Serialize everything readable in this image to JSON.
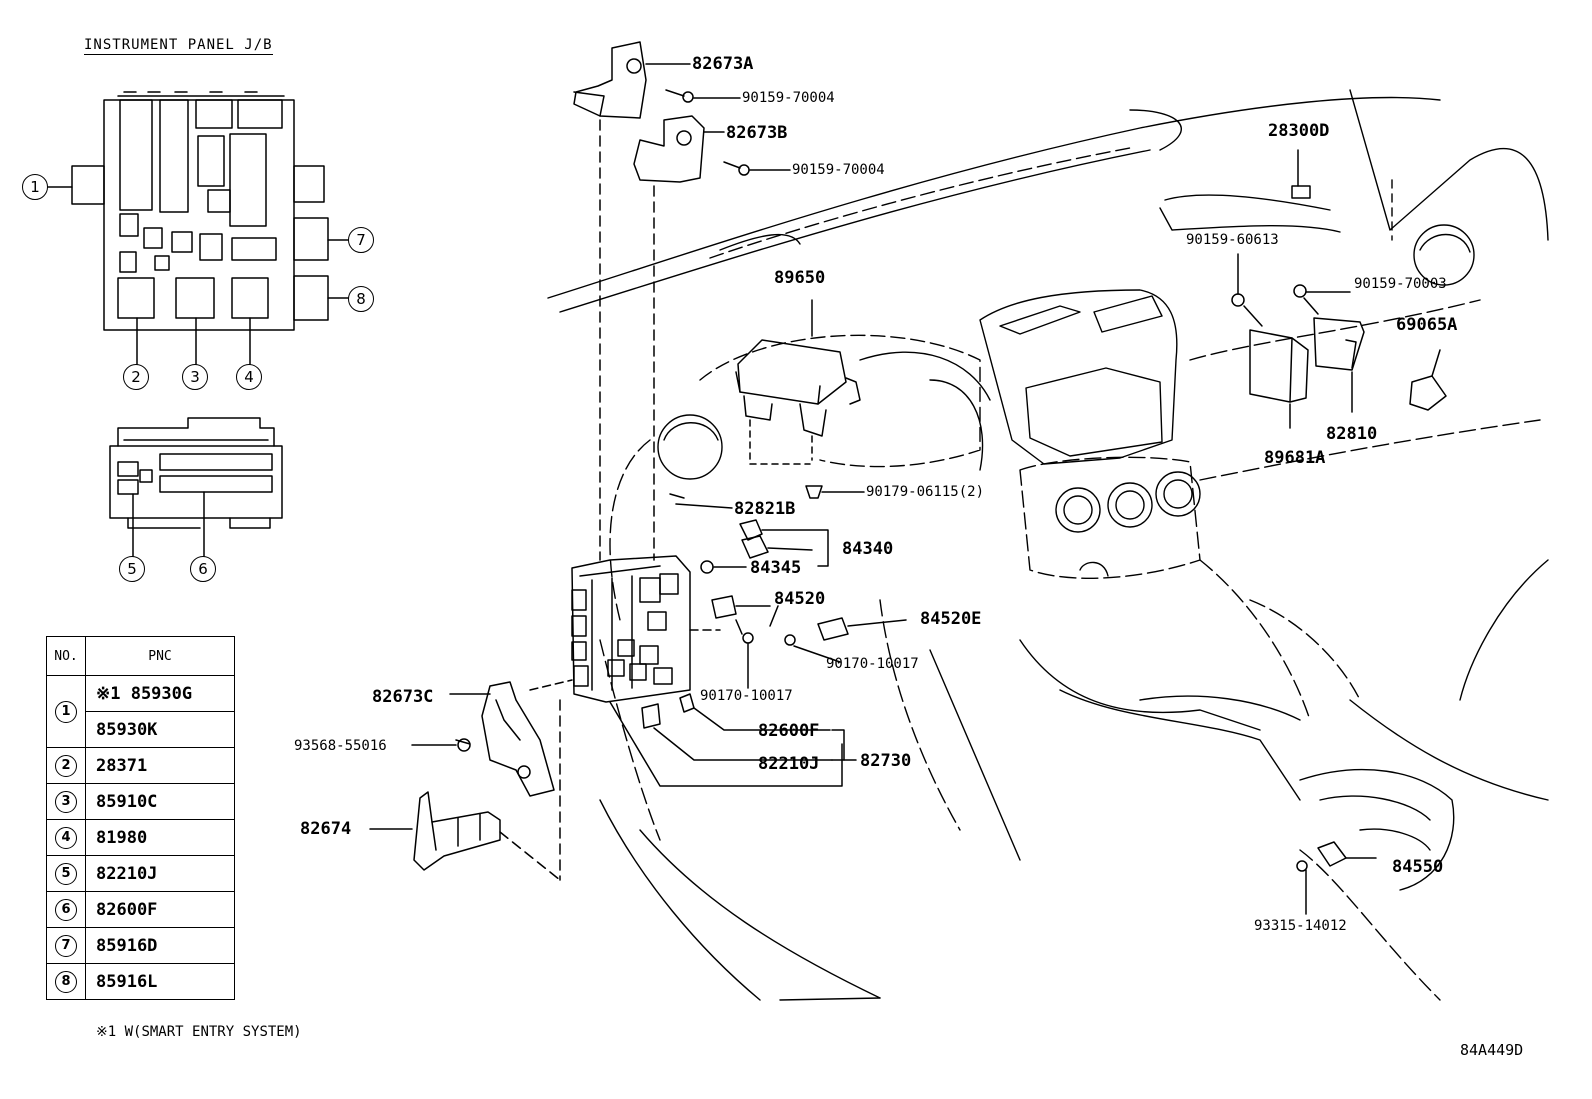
{
  "inset_title": "INSTRUMENT PANEL J/B",
  "callouts": {
    "c1": "1",
    "c2": "2",
    "c3": "3",
    "c4": "4",
    "c5": "5",
    "c6": "6",
    "c7": "7",
    "c8": "8"
  },
  "table": {
    "header_no": "NO.",
    "header_pnc": "PNC",
    "rows": [
      {
        "no": "1",
        "pnc": [
          "※1 85930G",
          "85930K"
        ]
      },
      {
        "no": "2",
        "pnc": [
          "28371"
        ]
      },
      {
        "no": "3",
        "pnc": [
          "85910C"
        ]
      },
      {
        "no": "4",
        "pnc": [
          "81980"
        ]
      },
      {
        "no": "5",
        "pnc": [
          "82210J"
        ]
      },
      {
        "no": "6",
        "pnc": [
          "82600F"
        ]
      },
      {
        "no": "7",
        "pnc": [
          "85916D"
        ]
      },
      {
        "no": "8",
        "pnc": [
          "85916L"
        ]
      }
    ]
  },
  "footnote": "※1 W(SMART ENTRY SYSTEM)",
  "diagram_code": "84A449D",
  "parts": {
    "p82673A": "82673A",
    "p90159_70004_a": "90159-70004",
    "p82673B": "82673B",
    "p90159_70004_b": "90159-70004",
    "p28300D": "28300D",
    "p90159_60613": "90159-60613",
    "p90159_70003": "90159-70003",
    "p69065A": "69065A",
    "p89650": "89650",
    "p82810": "82810",
    "p89681A": "89681A",
    "p90179_06115": "90179-06115(2)",
    "p82821B": "82821B",
    "p84340": "84340",
    "p84345": "84345",
    "p84520": "84520",
    "p84520E": "84520E",
    "p90170_10017_a": "90170-10017",
    "p90170_10017_b": "90170-10017",
    "p82673C": "82673C",
    "p93568_55016": "93568-55016",
    "p82600F": "82600F",
    "p82730": "82730",
    "p82210J": "82210J",
    "p82674": "82674",
    "p84550": "84550",
    "p93315_14012": "93315-14012"
  },
  "colors": {
    "ink": "#000000",
    "paper": "#ffffff"
  }
}
